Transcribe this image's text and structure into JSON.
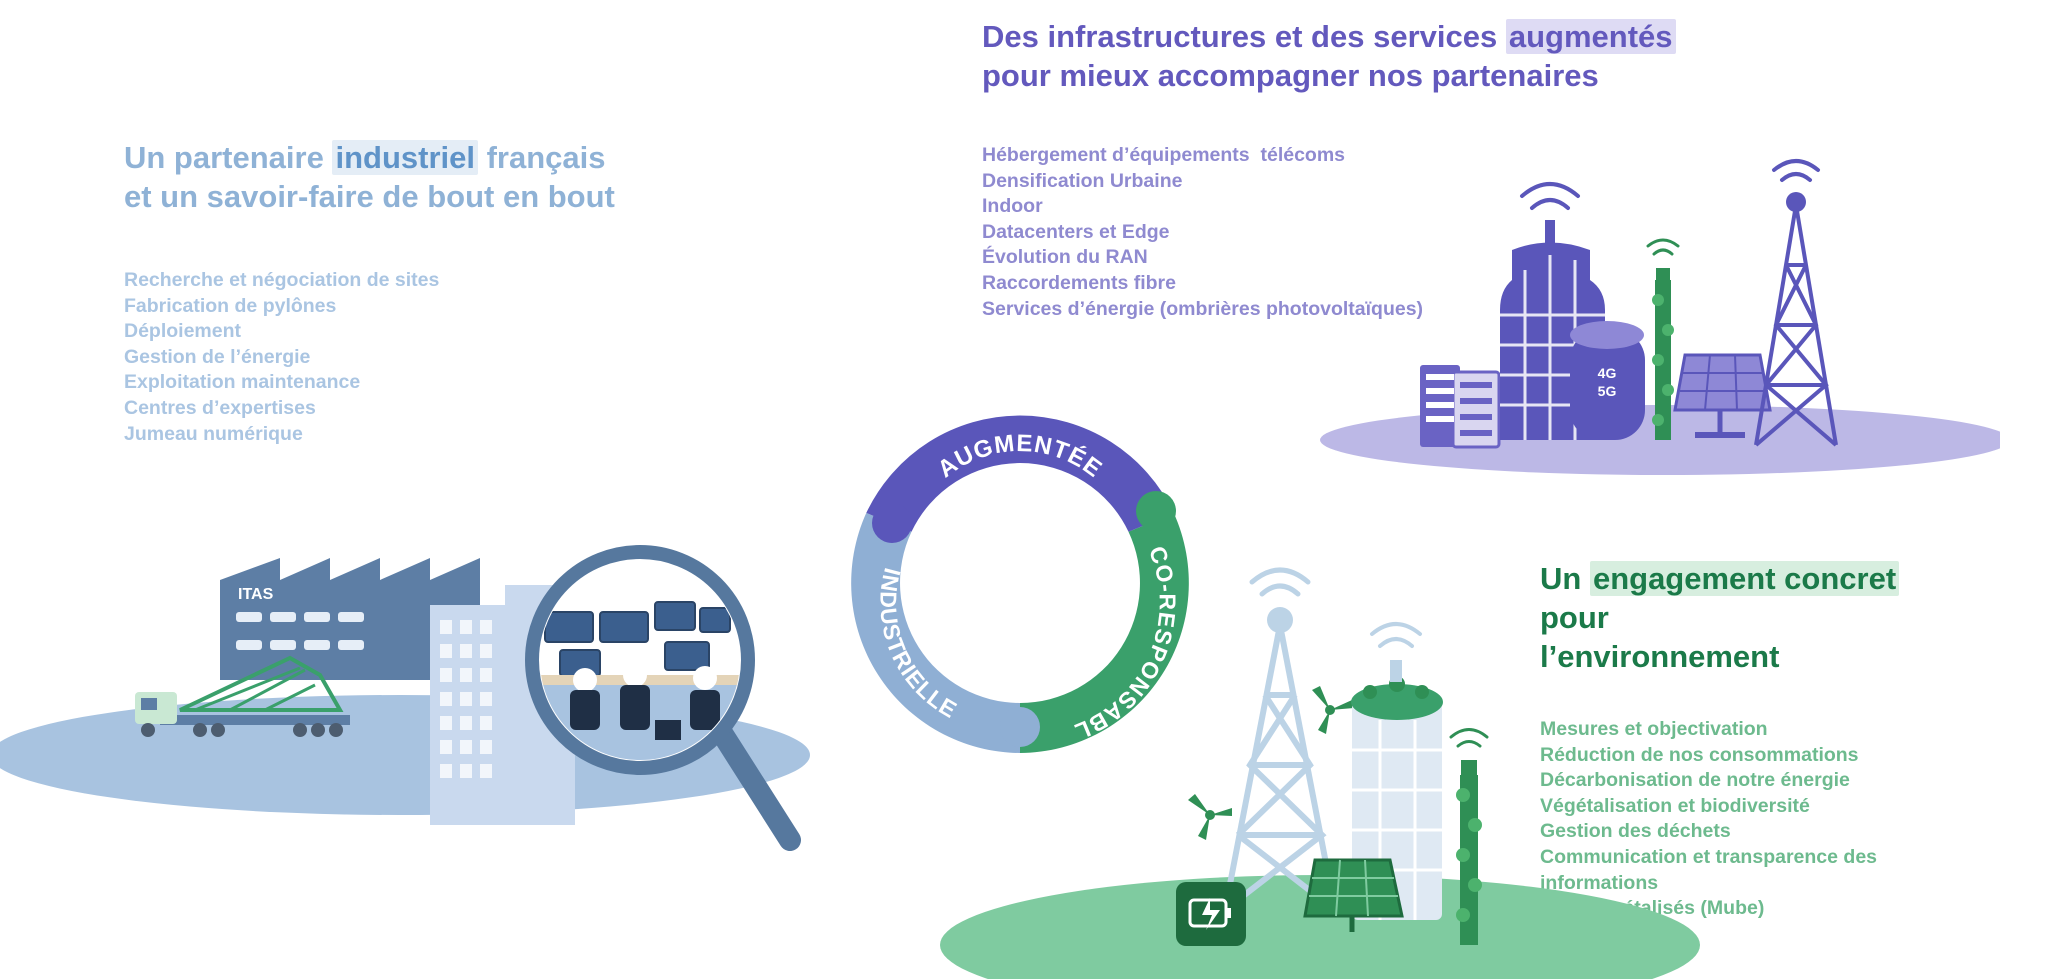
{
  "industrial": {
    "heading_pre": "Un partenaire",
    "heading_highlight": "industriel",
    "heading_post": "français",
    "heading_line2": "et un savoir-faire de bout en bout",
    "items": [
      "Recherche et négociation de sites",
      "Fabrication de pylônes",
      "Déploiement",
      "Gestion de l’énergie",
      "Exploitation maintenance",
      "Centres d’expertises",
      "Jumeau numérique"
    ],
    "factory_logo": "ITAS"
  },
  "augmented": {
    "heading_pre": "Des infrastructures et des services",
    "heading_highlight": "augmentés",
    "heading_line2": "pour mieux accompagner nos partenaires",
    "items": [
      "Hébergement d’équipements  télécoms",
      "Densification Urbaine",
      "Indoor",
      "Datacenters et Edge",
      "Évolution du RAN",
      "Raccordements fibre",
      "Services d’énergie (ombrières photovoltaïques)"
    ],
    "tank_label_1": "4G",
    "tank_label_2": "5G"
  },
  "eco": {
    "heading_pre": "Un",
    "heading_highlight": "engagement concret",
    "heading_post": "pour",
    "heading_line2": "l’environnement",
    "items": [
      "Mesures et objectivation",
      "Réduction de nos consommations",
      "Décarbonisation de notre énergie",
      "Végétalisation et biodiversité",
      "Gestion des déchets",
      "Communication et transparence des informations",
      "Mats végétalisés (Mube)"
    ]
  },
  "ring": {
    "segments": [
      "AUGMENTÉE",
      "ÉCO-RESPONSABLE",
      "INDUSTRIELLE"
    ]
  },
  "colors": {
    "purple": "#5a56ba",
    "green": "#3aa06b",
    "blue": "#8fafd4",
    "dark_blue": "#56789e",
    "light_purple": "#bcb8e6",
    "light_green": "#7fcba0"
  },
  "icons": [
    "factory-icon",
    "truck-icon",
    "magnifier-icon",
    "control-room-icon",
    "datacenter-icon",
    "server-rack-icon",
    "solar-panel-icon",
    "lattice-tower-icon",
    "wifi-signal-icon",
    "wind-turbine-icon",
    "battery-charging-icon",
    "green-mast-icon"
  ]
}
